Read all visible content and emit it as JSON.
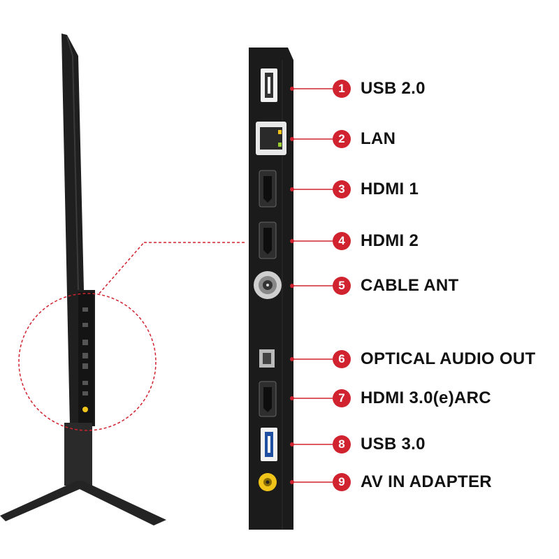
{
  "colors": {
    "accent": "#d0232f",
    "panel": "#1b1b1b",
    "tv_body": "#222222",
    "av_jack": "#f0c419"
  },
  "ports": [
    {
      "number": "1",
      "label": "USB 2.0",
      "icon": "usb-port-icon"
    },
    {
      "number": "2",
      "label": "LAN",
      "icon": "ethernet-port-icon"
    },
    {
      "number": "3",
      "label": "HDMI 1",
      "icon": "hdmi-port-icon"
    },
    {
      "number": "4",
      "label": "HDMI 2",
      "icon": "hdmi-port-icon"
    },
    {
      "number": "5",
      "label": "CABLE ANT",
      "icon": "coax-antenna-port-icon"
    },
    {
      "number": "6",
      "label": "OPTICAL AUDIO OUT",
      "icon": "optical-audio-port-icon"
    },
    {
      "number": "7",
      "label": "HDMI 3.0(e)ARC",
      "icon": "hdmi-port-icon"
    },
    {
      "number": "8",
      "label": "USB 3.0",
      "icon": "usb3-port-icon"
    },
    {
      "number": "9",
      "label": "AV IN ADAPTER",
      "icon": "av-jack-port-icon"
    }
  ]
}
